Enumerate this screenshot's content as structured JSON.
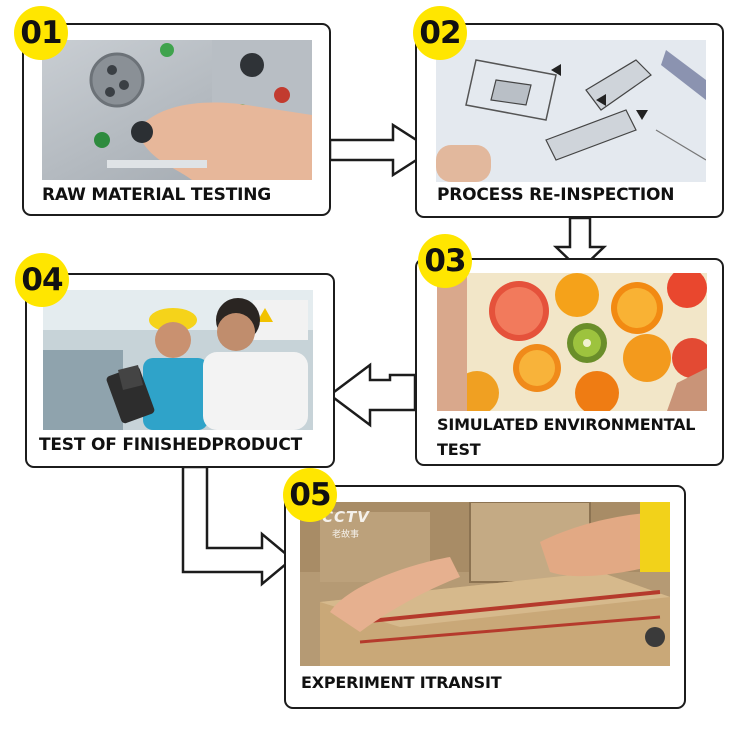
{
  "steps": [
    {
      "number": "01",
      "label": "RAW MATERIAL TESTING",
      "photo_icon": "control-panel-photo"
    },
    {
      "number": "02",
      "label": "PROCESS RE-INSPECTION",
      "photo_icon": "instruction-drawing-photo"
    },
    {
      "number": "03",
      "label_line1": "SIMULATED ENVIRONMENTAL",
      "label_line2": "TEST",
      "photo_icon": "fruit-print-photo"
    },
    {
      "number": "04",
      "label": "TEST OF FINISHEDPRODUCT",
      "photo_icon": "workers-inspecting-photo"
    },
    {
      "number": "05",
      "label": "EXPERIMENT ITRANSIT",
      "photo_icon": "carton-box-photo",
      "watermark": "CCTV",
      "watermark_sub": "老故事"
    }
  ],
  "colors": {
    "badge": "#ffe600",
    "border": "#1c1c1c",
    "text": "#111111"
  }
}
